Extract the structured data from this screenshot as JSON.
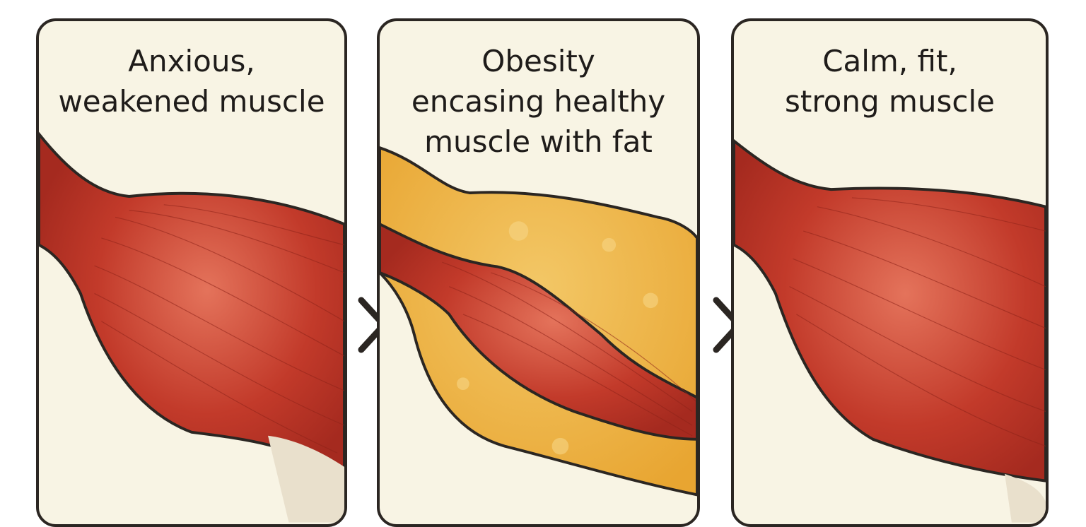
{
  "panels": [
    {
      "title_lines": [
        "Anxious,",
        "weakened muscle"
      ]
    },
    {
      "title_lines": [
        "Obesity",
        "encasing healthy",
        "muscle with fat"
      ]
    },
    {
      "title_lines": [
        "Calm, fit,",
        "strong muscle"
      ]
    }
  ],
  "arrows": [
    "chevron-right-icon",
    "chevron-right-icon"
  ],
  "colors": {
    "panel_background": "#f8f4e4",
    "outline": "#2b2622",
    "muscle": "#c23a2a",
    "muscle_highlight": "#e4735b",
    "tendon": "#e9e0cc",
    "fat": "#eeb13c"
  }
}
